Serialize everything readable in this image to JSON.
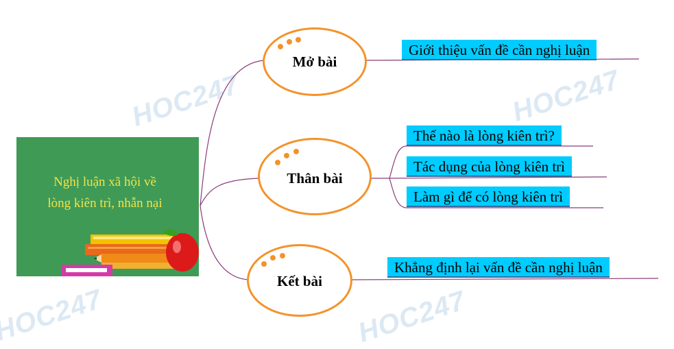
{
  "watermark": "HOC247",
  "colors": {
    "oval_border": "#f4922a",
    "leaf_fill": "#00ccff",
    "connector": "#8a3a7a",
    "board": "#3f9a56",
    "board_text": "#f2e44a"
  },
  "central": {
    "title_line1": "Nghị luận xã hội về",
    "title_line2": "lòng kiên trì, nhẫn nại"
  },
  "sections": [
    {
      "label": "Mở bài",
      "items": [
        "Giới thiệu vấn đề cần nghị luận"
      ]
    },
    {
      "label": "Thân bài",
      "items": [
        "Thế nào là lòng kiên trì?",
        "Tác dụng của lòng kiên trì",
        "Làm gì để có lòng kiên trì"
      ]
    },
    {
      "label": "Kết bài",
      "items": [
        "Khẳng định lại vấn đề cần nghị luận"
      ]
    }
  ]
}
